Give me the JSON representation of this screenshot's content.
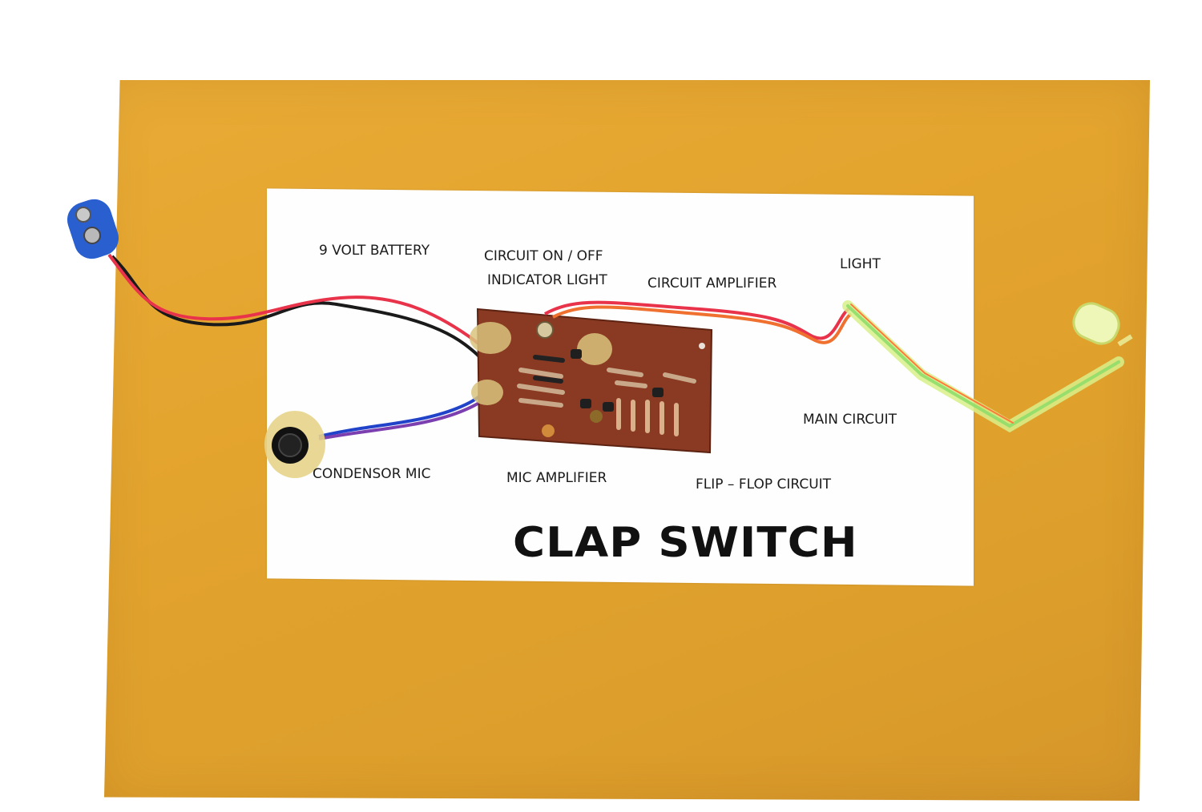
{
  "labels": {
    "battery": "9 VOLT BATTERY",
    "indicator_line1": "CIRCUIT ON / OFF",
    "indicator_line2": "INDICATOR LIGHT",
    "circuit_amplifier": "CIRCUIT AMPLIFIER",
    "light": "LIGHT",
    "main_circuit": "MAIN CIRCUIT",
    "condensor_mic": "CONDENSOR  MIC",
    "mic_amplifier": "MIC AMPLIFIER",
    "flip_flop": "FLIP – FLOP CIRCUIT"
  },
  "title": "CLAP SWITCH",
  "colors": {
    "board": "#e3a42e",
    "sheet": "#fefefe",
    "pcb": "#8a3a22",
    "wire_red": "#e8334a",
    "wire_black": "#1a1a1a",
    "wire_blue": "#2143c9",
    "led": "#e9f2a0"
  }
}
